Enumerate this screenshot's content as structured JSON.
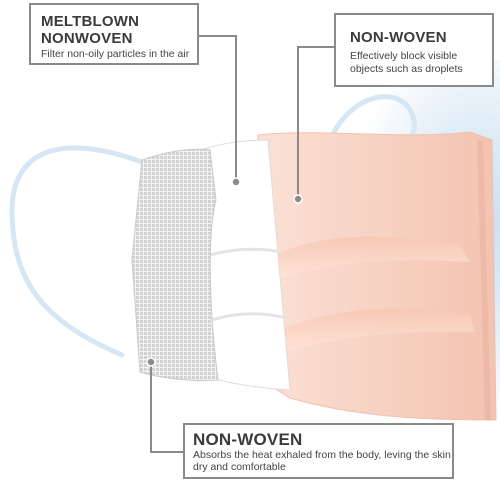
{
  "callouts": {
    "meltblown": {
      "title_line1": "MELTBLOWN",
      "title_line2": "NONWOVEN",
      "description": "Filter non-oily particles in the air"
    },
    "outer_layer": {
      "title": "NON-WOVEN",
      "description": "Effectively block visible objects such as droplets"
    },
    "inner_layer": {
      "title": "NON-WOVEN",
      "description": "Absorbs the heat exhaled from the body, leving the skin dry and comfortable"
    }
  },
  "colors": {
    "callout_border": "#8a8a8a",
    "leader_line": "#8a8a8a",
    "outer_layer": "#f6d3c6",
    "middle_layer": "#ffffff",
    "inner_layer": "#e8e8e8",
    "ear_loop": "#d6e6f2",
    "background_glow": "#cfe3f4"
  }
}
